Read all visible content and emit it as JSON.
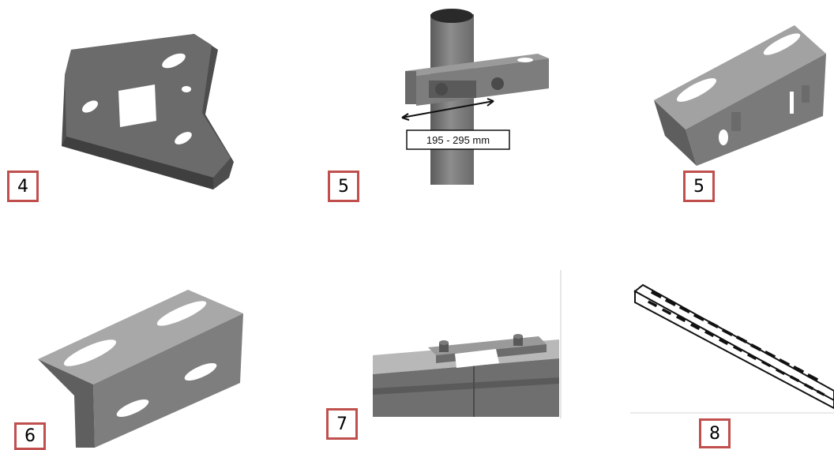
{
  "figure": {
    "panels": [
      {
        "label": "4",
        "part": "square-hole-plate"
      },
      {
        "label": "5",
        "part": "pole-clamp-assembly",
        "dimension_label": "195 - 295 mm"
      },
      {
        "label": "5",
        "part": "angle-bracket-with-bolts"
      },
      {
        "label": "6",
        "part": "angle-bracket-slotted"
      },
      {
        "label": "7",
        "part": "profile-splice-joint"
      },
      {
        "label": "8",
        "part": "perforated-channel-rail"
      }
    ]
  },
  "colors": {
    "badge_border": "#c0504d",
    "metal_dark": "#5f5f5f",
    "metal_mid": "#7a7a7a",
    "metal_light": "#a9a9a9"
  }
}
